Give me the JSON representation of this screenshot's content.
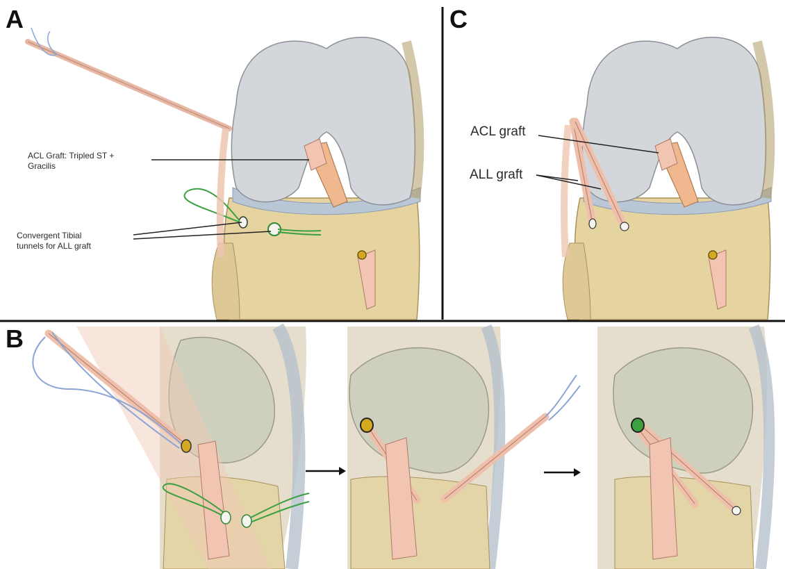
{
  "panels": {
    "a": {
      "letter": "A"
    },
    "b": {
      "letter": "B"
    },
    "c": {
      "letter": "C"
    }
  },
  "labels": {
    "acl_graft_a_line1": "ACL Graft: Tripled ST +",
    "acl_graft_a_line2": "Gracilis",
    "tunnels_line1": "Convergent Tibial",
    "tunnels_line2": "tunnels  for ALL graft",
    "acl_graft_c": "ACL graft",
    "all_graft_c": "ALL graft"
  },
  "colors": {
    "bone": "#e8d9a8",
    "bone_shadow": "#c9b57d",
    "cartilage": "#d5d8dc",
    "graft": "#f2c4b2",
    "graft_edge": "#b07a68",
    "suture_green": "#3aa040",
    "suture_blue": "#8aa4d6",
    "meniscus": "#b9c6d6"
  }
}
